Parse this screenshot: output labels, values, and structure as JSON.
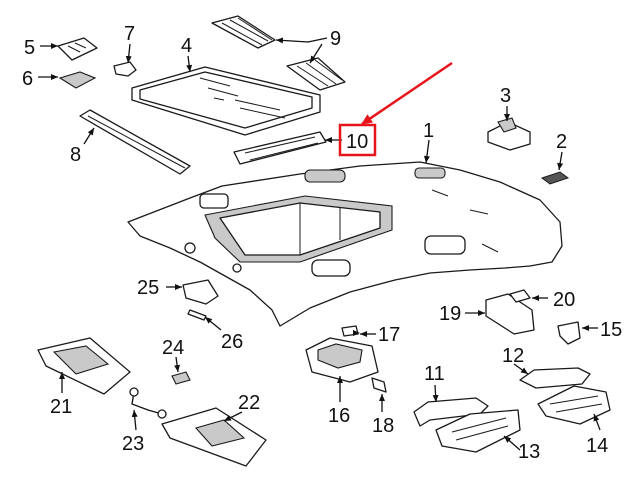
{
  "callouts": [
    {
      "id": "1",
      "text": "1"
    },
    {
      "id": "2",
      "text": "2"
    },
    {
      "id": "3",
      "text": "3"
    },
    {
      "id": "4",
      "text": "4"
    },
    {
      "id": "5",
      "text": "5"
    },
    {
      "id": "6",
      "text": "6"
    },
    {
      "id": "7",
      "text": "7"
    },
    {
      "id": "8",
      "text": "8"
    },
    {
      "id": "9",
      "text": "9"
    },
    {
      "id": "10",
      "text": "10"
    },
    {
      "id": "11",
      "text": "11"
    },
    {
      "id": "12",
      "text": "12"
    },
    {
      "id": "13",
      "text": "13"
    },
    {
      "id": "14",
      "text": "14"
    },
    {
      "id": "15",
      "text": "15"
    },
    {
      "id": "16",
      "text": "16"
    },
    {
      "id": "17",
      "text": "17"
    },
    {
      "id": "18",
      "text": "18"
    },
    {
      "id": "19",
      "text": "19"
    },
    {
      "id": "20",
      "text": "20"
    },
    {
      "id": "21",
      "text": "21"
    },
    {
      "id": "22",
      "text": "22"
    },
    {
      "id": "23",
      "text": "23"
    },
    {
      "id": "24",
      "text": "24"
    },
    {
      "id": "25",
      "text": "25"
    },
    {
      "id": "26",
      "text": "26"
    }
  ],
  "highlight": {
    "callout": "10",
    "color": "#e8141b"
  }
}
